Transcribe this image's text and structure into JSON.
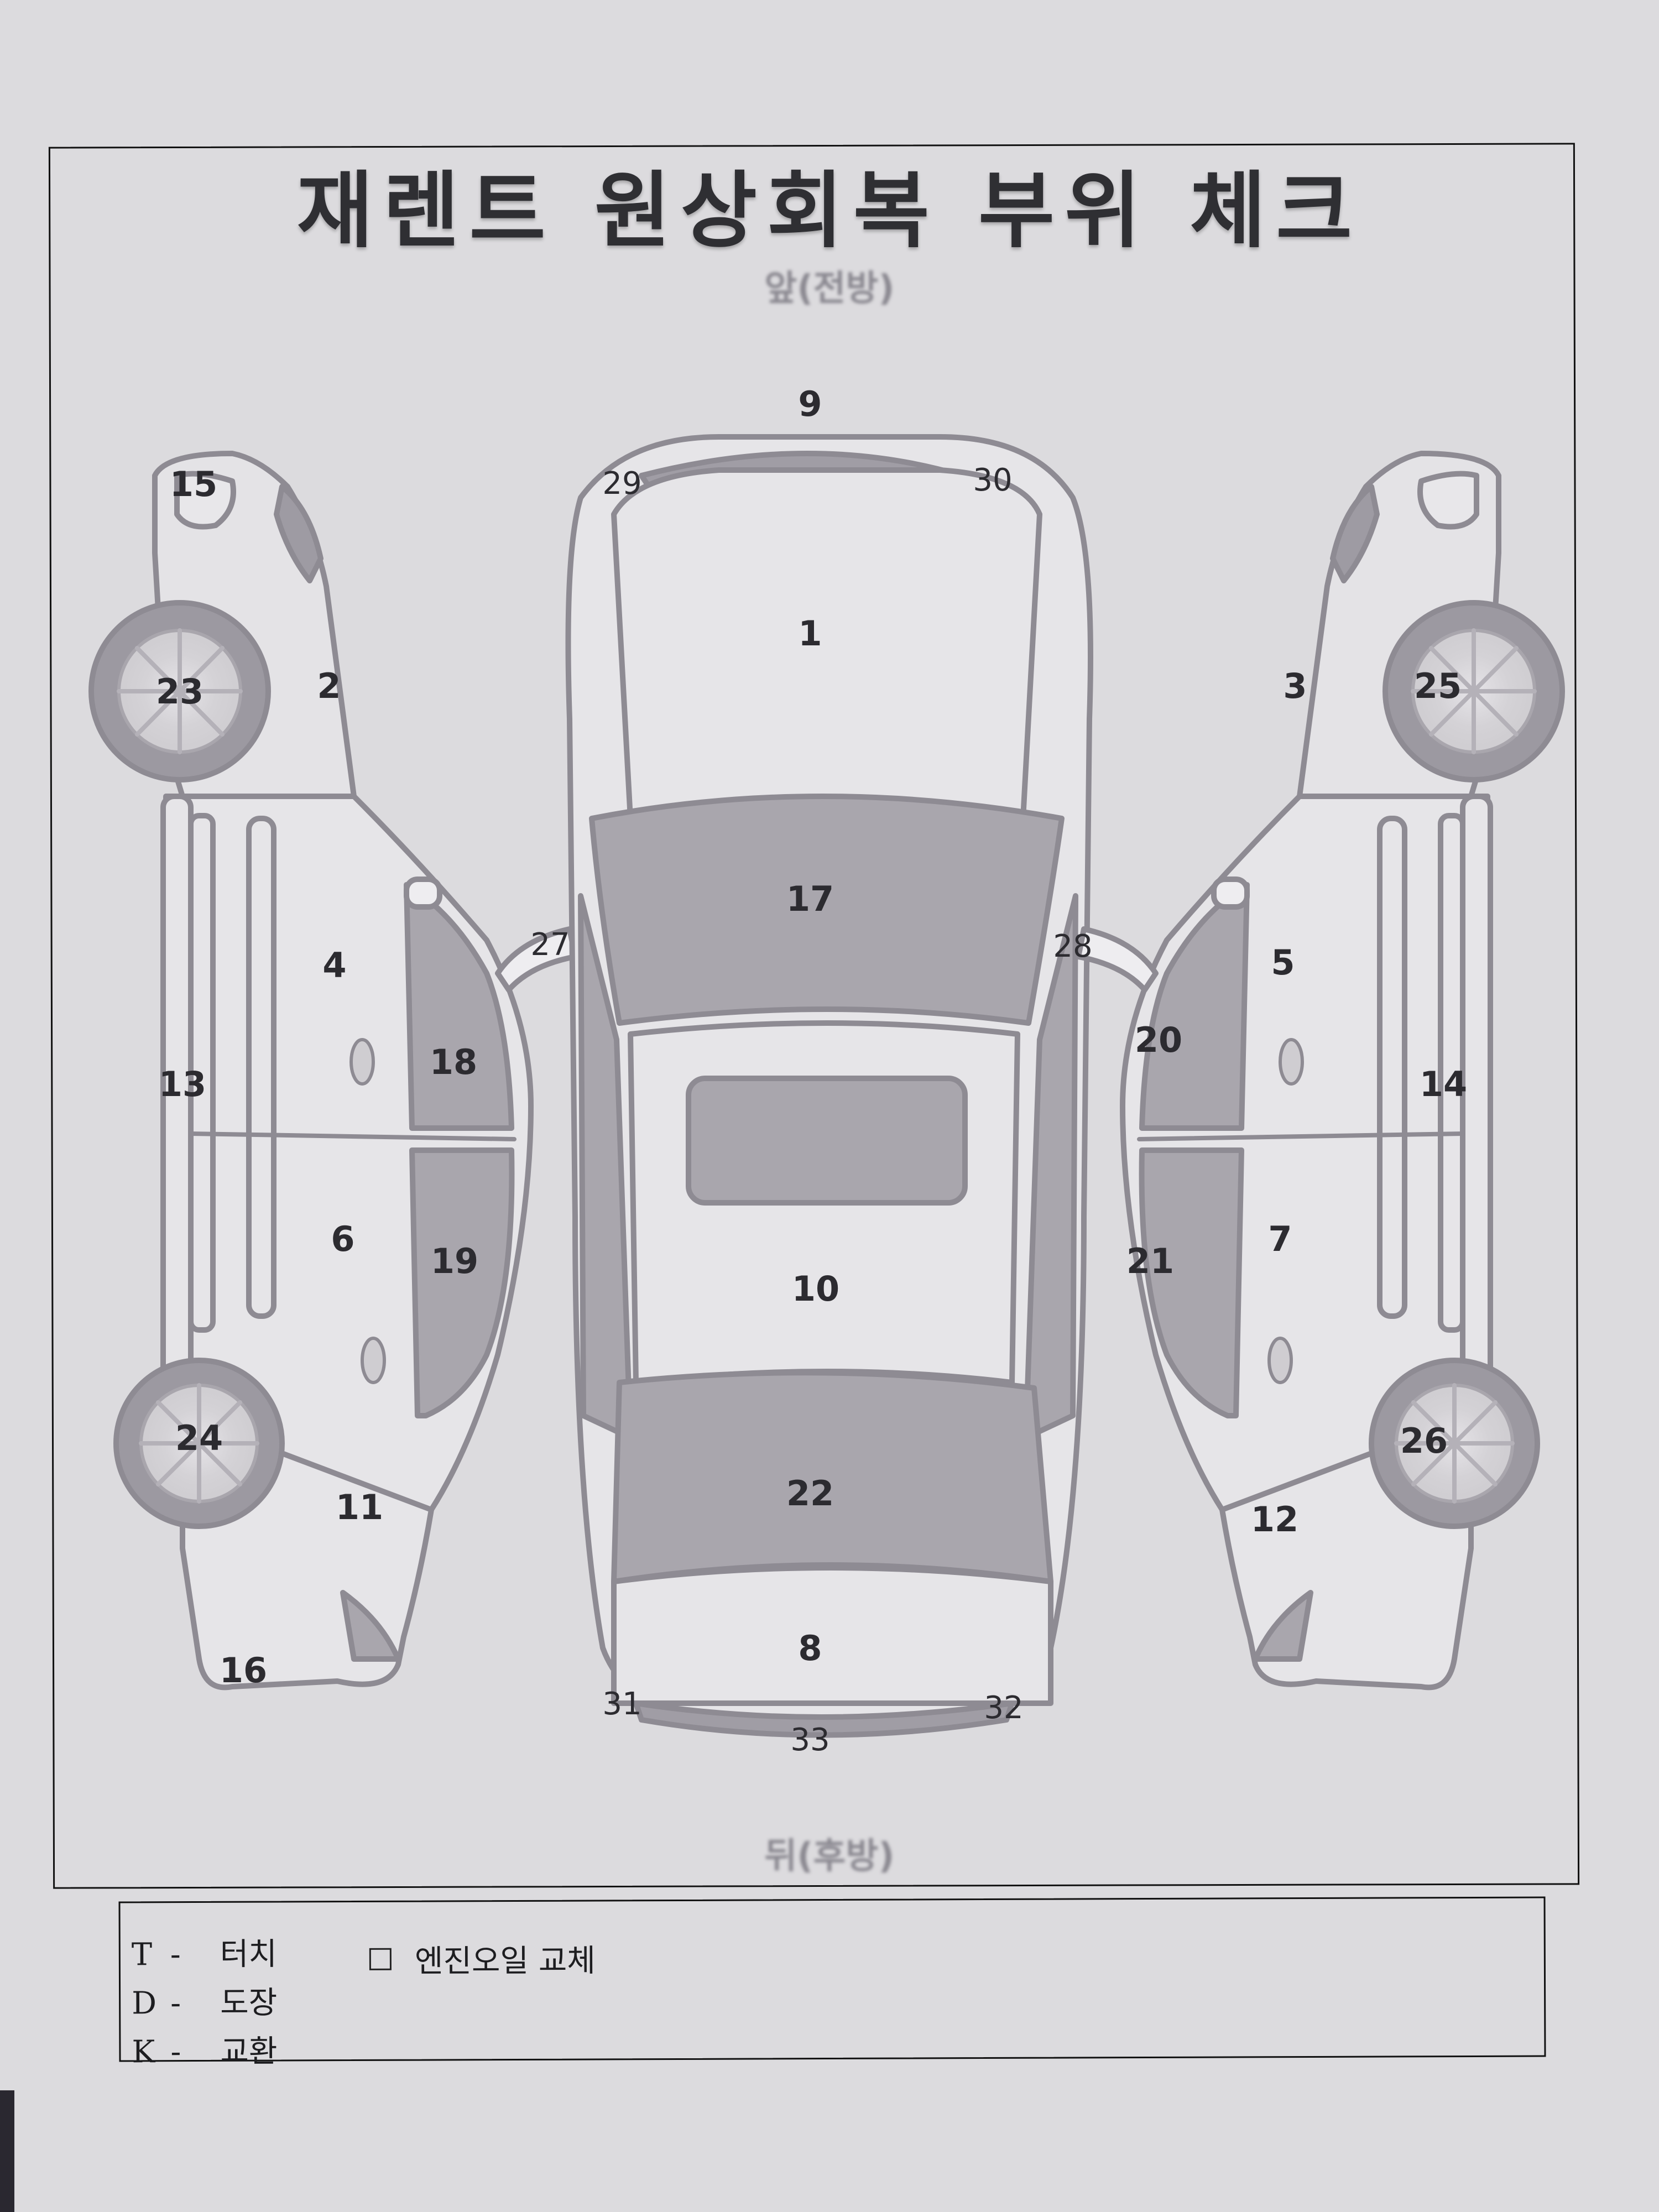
{
  "document": {
    "title": "재렌트 원상회복 부위 체크",
    "front_label": "앞(전방)",
    "rear_label": "뒤(후방)"
  },
  "colors": {
    "paper": "#dcdbde",
    "border": "#111111",
    "panel_shade": "#a9a6ad",
    "outline": "#8e8b93",
    "text": "#2c2b30"
  },
  "diagram": {
    "left_side_view": {
      "labels": [
        "15",
        "23",
        "2",
        "4",
        "13",
        "18",
        "6",
        "19",
        "24",
        "11",
        "16"
      ]
    },
    "top_view": {
      "labels": [
        "9",
        "29",
        "30",
        "1",
        "17",
        "27",
        "28",
        "10",
        "22",
        "8",
        "31",
        "32",
        "33"
      ]
    },
    "right_side_view": {
      "labels": [
        "3",
        "25",
        "5",
        "20",
        "14",
        "21",
        "7",
        "26",
        "12"
      ]
    },
    "parts": {
      "p1": "1",
      "p2": "2",
      "p3": "3",
      "p4": "4",
      "p5": "5",
      "p6": "6",
      "p7": "7",
      "p8": "8",
      "p9": "9",
      "p10": "10",
      "p11": "11",
      "p12": "12",
      "p13": "13",
      "p14": "14",
      "p15": "15",
      "p16": "16",
      "p17": "17",
      "p18": "18",
      "p19": "19",
      "p20": "20",
      "p21": "21",
      "p22": "22",
      "p23": "23",
      "p24": "24",
      "p25": "25",
      "p26": "26",
      "p27": "27",
      "p28": "28",
      "p29": "29",
      "p30": "30",
      "p31": "31",
      "p32": "32",
      "p33": "33"
    }
  },
  "legend": {
    "items": [
      {
        "code": "T",
        "dash": "-",
        "meaning": "터치"
      },
      {
        "code": "D",
        "dash": "-",
        "meaning": "도장"
      },
      {
        "code": "K",
        "dash": "-",
        "meaning": "교환"
      }
    ],
    "checkbox": {
      "label": "엔진오일 교체",
      "checked": false
    }
  }
}
